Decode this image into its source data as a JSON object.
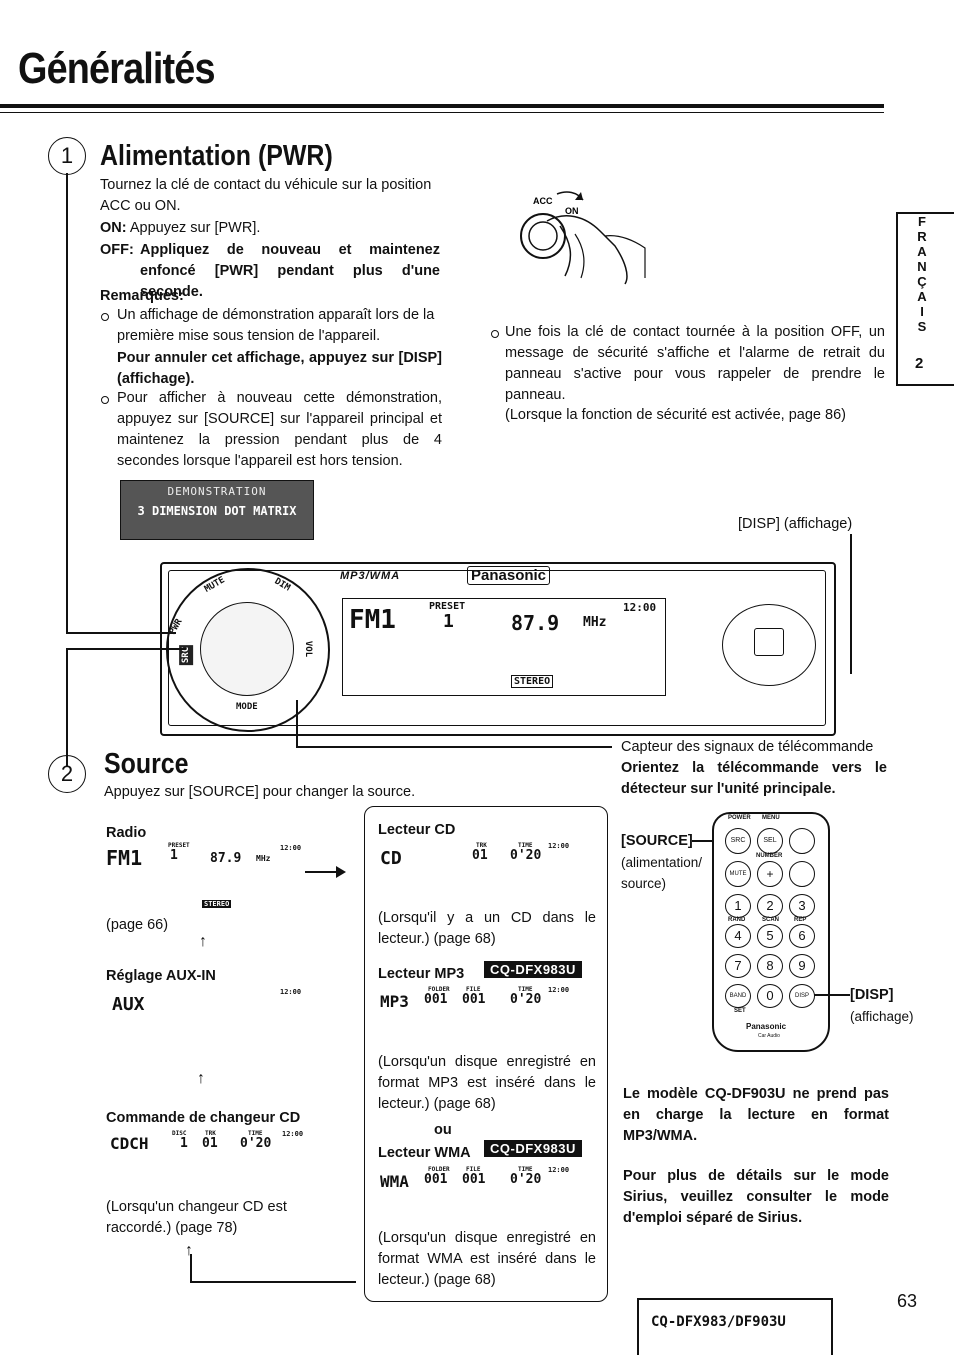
{
  "header": {
    "title": "Généralités"
  },
  "side_tab": {
    "letters": [
      "F",
      "R",
      "A",
      "N",
      "Ç",
      "A",
      "I",
      "S"
    ],
    "number": "2"
  },
  "section1": {
    "number": "1",
    "title": "Alimentation (PWR)",
    "intro": "Tournez la clé de contact du véhicule sur la position ACC ou ON.",
    "on_label": "ON:",
    "on_text": "Appuyez sur [PWR].",
    "off_label": "OFF:",
    "off_text": "Appliquez de nouveau et maintenez enfoncé [PWR] pendant plus d'une seconde.",
    "remarques": "Remarques:",
    "bullet1": "Un affichage de démonstration apparaît lors de la première mise sous tension de l'appareil.",
    "bullet1_bold": "Pour annuler cet affichage, appuyez sur [DISP] (affichage).",
    "bullet2": "Pour afficher à nouveau cette démonstration, appuyez sur [SOURCE] sur l'appareil principal et maintenez la pression pendant plus de 4 secondes lorsque l'appareil est hors tension.",
    "bullet3": "Une fois la clé de contact tournée à la position OFF, un message de sécurité s'affiche et l'alarme de retrait du panneau s'active pour vous rappeler de prendre le panneau.",
    "bullet3_ref": "(Lorsque la fonction de sécurité est activée, page 86)",
    "key_acc": "ACC",
    "key_on": "ON",
    "demo_line1": "DEMONSTRATION",
    "demo_line2": "3 DIMENSION DOT MATRIX"
  },
  "unit": {
    "disp_caption": "[DISP] (affichage)",
    "brand": "Panasonic",
    "mp3wma": "MP3/WMA",
    "band": "FM1",
    "preset_label": "PRESET",
    "preset": "1",
    "freq": "87.9",
    "unit": "MHz",
    "clock": "12:00",
    "stereo": "STEREO",
    "buttons": [
      "PWR",
      "MUTE",
      "DIM",
      "SRC",
      "VOL",
      "MODE"
    ]
  },
  "capteur": {
    "text": "Capteur des signaux de télécommande",
    "bold": "Orientez la télécommande vers le détecteur sur l'unité principale."
  },
  "section2": {
    "number": "2",
    "title": "Source",
    "intro": "Appuyez sur [SOURCE] pour changer la source.",
    "radio": {
      "label": "Radio",
      "band": "FM1",
      "preset_label": "PRESET",
      "preset": "1",
      "freq": "87.9",
      "unit": "MHz",
      "clock": "12:00",
      "stereo": "STEREO",
      "page": "(page 66)"
    },
    "aux": {
      "label": "Réglage AUX-IN",
      "display": "AUX",
      "clock": "12:00"
    },
    "changer": {
      "label": "Commande de changeur CD",
      "display": "CDCH",
      "disc_label": "DISC",
      "disc": "1",
      "track_label": "TRK",
      "track": "01",
      "time_label": "TIME",
      "time": "0'20",
      "clock": "12:00",
      "note": "(Lorsqu'un changeur CD est raccordé.) (page 78)"
    },
    "cd": {
      "label": "Lecteur CD",
      "display": "CD",
      "track_label": "TRK",
      "track": "01",
      "time_label": "TIME",
      "time": "0'20",
      "clock": "12:00",
      "note": "(Lorsqu'il y a un CD dans le lecteur.) (page 68)"
    },
    "mp3": {
      "label": "Lecteur MP3",
      "badge": "CQ-DFX983U",
      "display": "MP3",
      "folder_label": "FOLDER",
      "folder": "001",
      "file_label": "FILE",
      "file": "001",
      "time_label": "TIME",
      "time": "0'20",
      "clock": "12:00",
      "note": "(Lorsqu'un disque enregistré en format MP3 est inséré dans le lecteur.) (page 68)"
    },
    "ou": "ou",
    "wma": {
      "label": "Lecteur WMA",
      "badge": "CQ-DFX983U",
      "display": "WMA",
      "folder_label": "FOLDER",
      "folder": "001",
      "file_label": "FILE",
      "file": "001",
      "time_label": "TIME",
      "time": "0'20",
      "clock": "12:00",
      "note": "(Lorsqu'un disque enregistré en format WMA est inséré dans le lecteur.) (page 68)"
    }
  },
  "remote": {
    "source_label": "[SOURCE]",
    "source_desc": "(alimentation/ source)",
    "disp_label": "[DISP]",
    "disp_desc": "(affichage)",
    "top_labels": [
      "POWER",
      "MENU"
    ],
    "row1": [
      "SRC",
      "SEL",
      ""
    ],
    "mid_label": "NUMBER",
    "row2": [
      "MUTE",
      "+",
      ""
    ],
    "row3": [
      "1",
      "2",
      "3"
    ],
    "labels3": [
      "RAND",
      "SCAN",
      "REP"
    ],
    "row4": [
      "4",
      "5",
      "6"
    ],
    "row5": [
      "7",
      "8",
      "9"
    ],
    "row6": [
      "BAND",
      "0",
      "DISP"
    ],
    "set": "SET",
    "brand": "Panasonic",
    "sub": "Car Audio"
  },
  "notes": {
    "note1": "Le modèle CQ-DF903U ne prend pas en charge la lecture en format MP3/WMA.",
    "note2": "Pour plus de détails sur le mode Sirius, veuillez consulter le mode d'emploi séparé de Sirius."
  },
  "footer": {
    "model": "CQ-DFX983/DF903U",
    "page": "63"
  }
}
